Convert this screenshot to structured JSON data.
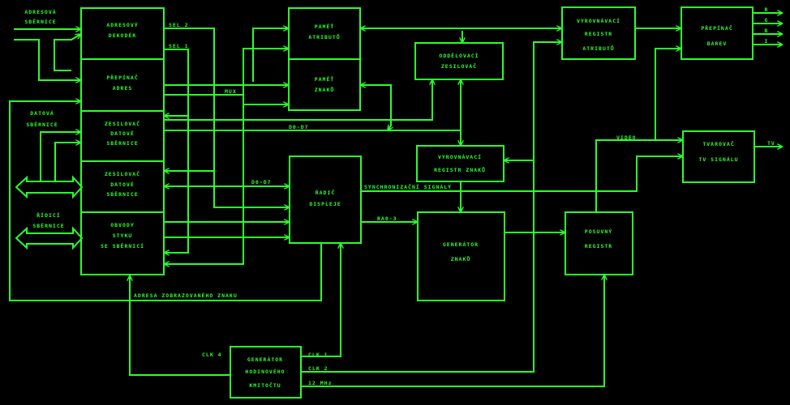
{
  "colors": {
    "background": "#000000",
    "line": "#2bff2b"
  },
  "blocks": {
    "adresovy_dekoder": [
      "ADRESOVÝ",
      "DEKODÉR"
    ],
    "prepinac_adres": [
      "PŘEPÍNAČ",
      "ADRES"
    ],
    "zesilovac_1": [
      "ZESILOVAČ",
      "DATOVÉ",
      "SBĚRNICE"
    ],
    "zesilovac_2": [
      "ZESILOVAČ",
      "DATOVÉ",
      "SBĚRNICE"
    ],
    "obvody_styku": [
      "OBVODY",
      "STYKU",
      "SE SBĚRNICÍ"
    ],
    "pamet_atributu": [
      "PAMĚŤ",
      "ATRIBUTŮ"
    ],
    "pamet_znaku": [
      "PAMĚŤ",
      "ZNAKŮ"
    ],
    "oddelovaci_zesilovac": [
      "ODDĚLOVACÍ",
      "ZESILOVAČ"
    ],
    "vr_atributu": [
      "VYROVNÁVACÍ",
      "REGISTR",
      "ATRIBUTŮ"
    ],
    "prepinac_barev": [
      "PŘEPÍNAČ",
      "BAREV"
    ],
    "tvarovac": [
      "TVAROVAČ",
      "TV SIGNÁLU"
    ],
    "vr_znaku": [
      "VYROVNÁVACÍ",
      "REGISTR ZNAKŮ"
    ],
    "radic": [
      "ŘADIČ",
      "DISPLEJE"
    ],
    "generator_znaku": [
      "GENERÁTOR",
      "ZNAKŮ"
    ],
    "posuvny_registr": [
      "POSUVNÝ",
      "REGISTR"
    ],
    "generator_hodin": [
      "GENERÁTOR",
      "HODINOVÉHO",
      "KMITOČTU"
    ]
  },
  "buses": {
    "adresova": [
      "ADRESOVÁ",
      "SBĚRNICE"
    ],
    "datova": [
      "DATOVÁ",
      "SBĚRNICE"
    ],
    "ridici": [
      "ŘÍDICÍ",
      "SBĚRNICE"
    ]
  },
  "signals": {
    "sel2": "SEL 2",
    "sel1": "SEL 1",
    "mux": "MUX",
    "d0d7_top": "D0-D7",
    "d0d7_bottom": "D0-D7",
    "sync": "SYNCHRONIZAČNÍ SIGNÁLY",
    "ra": "RA0-3",
    "adresa_znaku": "ADRESA ZOBRAZOVANÉHO ZNAKU",
    "clk4": "CLK 4",
    "clk1": "CLK 1",
    "clk2": "CLK 2",
    "mhz": "12 MHz",
    "video": "VIDEO",
    "tv": "TV",
    "r": "R",
    "g": "G",
    "b": "B",
    "i": "I"
  }
}
